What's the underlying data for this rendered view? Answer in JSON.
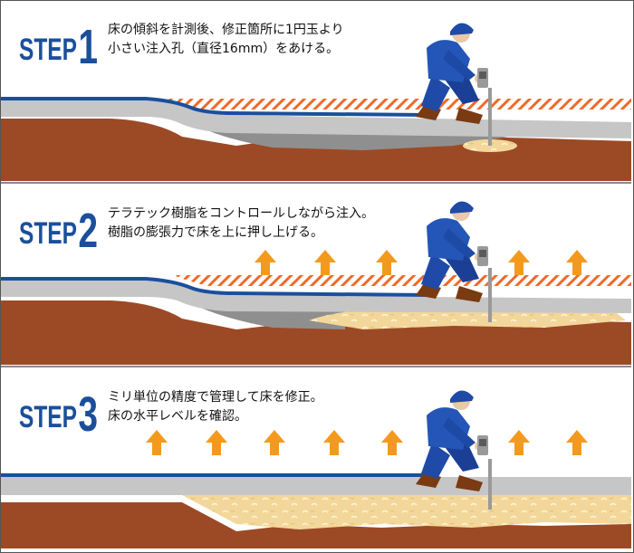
{
  "colors": {
    "step_blue": "#1b4f9c",
    "soil": "#9c4a25",
    "slab_gray": "#c6c6c6",
    "void_gray": "#8f8f8f",
    "resin": "#f3d79a",
    "arrow_orange": "#f39a1e",
    "hatch_orange": "#ee6a2a"
  },
  "steps": [
    {
      "word": "STEP",
      "number": "1",
      "lines": [
        "床の傾斜を計測後、修正箇所に1円玉より",
        "小さい注入孔（直径16mm）をあける。"
      ]
    },
    {
      "word": "STEP",
      "number": "2",
      "lines": [
        "テラテック樹脂をコントロールしながら注入。",
        "樹脂の膨張力で床を上に押し上げる。"
      ]
    },
    {
      "word": "STEP",
      "number": "3",
      "lines": [
        "ミリ単位の精度で管理して床を修正。",
        "床の水平レベルを確認。"
      ]
    }
  ]
}
